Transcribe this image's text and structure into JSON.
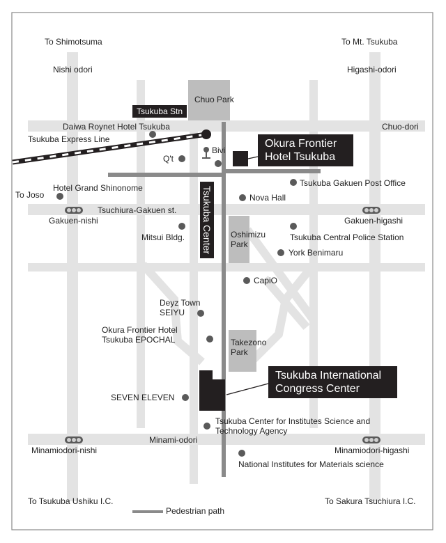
{
  "directions": {
    "shimotsuma": "To Shimotsuma",
    "mt_tsukuba": "To Mt. Tsukuba",
    "joso": "To Joso",
    "ushiku": "To Tsukuba Ushiku I.C.",
    "sakura": "To Sakura Tsuchiura I.C."
  },
  "roads": {
    "nishi_odori": "Nishi odori",
    "higashi_odori": "Higashi-odori",
    "chuo_dori": "Chuo-dori",
    "tsuchiura_gakuen": "Tsuchiura-Gakuen st.",
    "minami_odori": "Minami-odori",
    "express_line": "Tsukuba Express Line"
  },
  "intersections": {
    "gakuen_nishi": "Gakuen-nishi",
    "gakuen_higashi": "Gakuen-higashi",
    "minamiodori_nishi": "Minamiodori-nishi",
    "minamiodori_higashi": "Minamiodori-higashi"
  },
  "parks": {
    "chuo": "Chuo Park",
    "oshimizu": "Oshimizu Park",
    "takezono": "Takezono Park"
  },
  "landmarks": {
    "daiwa": "Daiwa Roynet Hotel Tsukuba",
    "qt": "Q't",
    "bivi": "Bivi",
    "shinonome": "Hotel Grand Shinonome",
    "post": "Tsukuba Gakuen Post Office",
    "nova": "Nova Hall",
    "mitsui": "Mitsui Bldg.",
    "police": "Tsukuba Central Police Station",
    "york": "York Benimaru",
    "capio": "CapiO",
    "seiyu": "Deyz Town SEIYU",
    "epochal": "Okura Frontier Hotel Tsukuba EPOCHAL",
    "seven": "SEVEN ELEVEN",
    "institutes": "Tsukuba Center for Institutes Science and Technology Agency",
    "nims": "National Institutes for Materials science"
  },
  "highlights": {
    "station": "Tsukuba Stn",
    "okura": "Okura Frontier Hotel Tsukuba",
    "center": "Tsukuba Center",
    "congress": "Tsukuba International Congress Center"
  },
  "legend": {
    "pedestrian": "Pedestrian path"
  },
  "colors": {
    "road": "#e3e3e3",
    "park": "#bdbdbd",
    "pedestrian": "#8a8a8a",
    "dark": "#231f20"
  }
}
